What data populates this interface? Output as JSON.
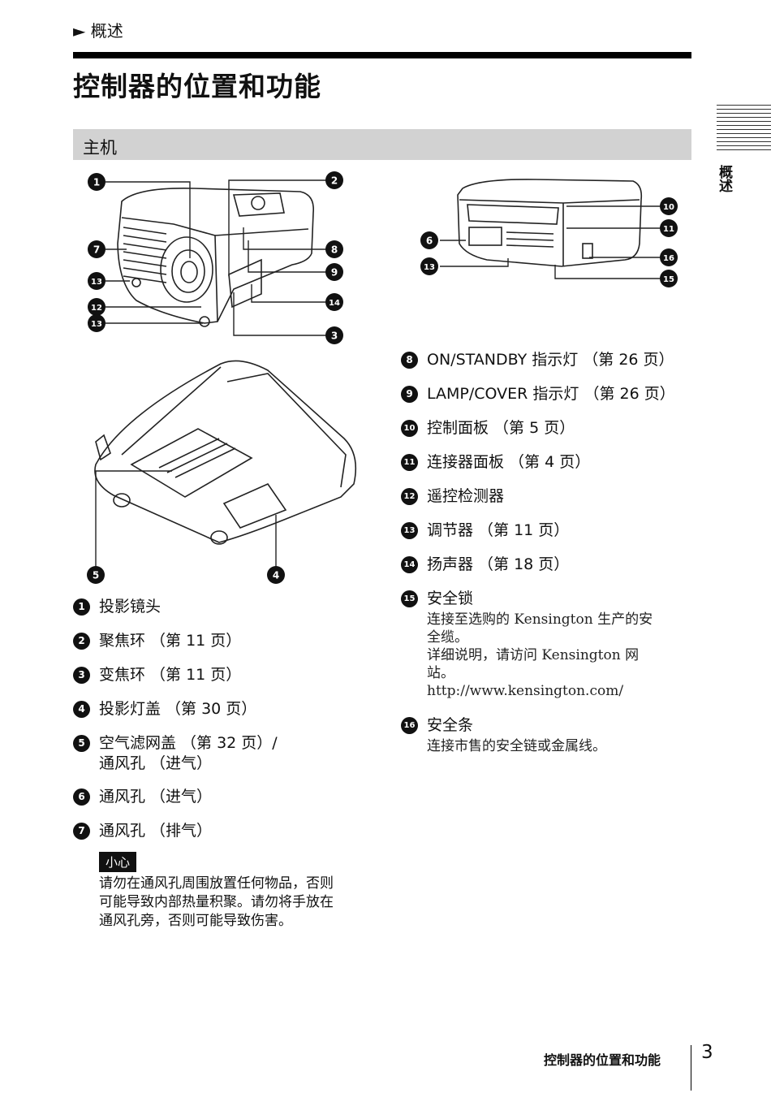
{
  "header": {
    "breadcrumb": "► 概述",
    "title": "控制器的位置和功能"
  },
  "section": {
    "title": "主机"
  },
  "side_tab": {
    "label": "概述"
  },
  "callouts": [
    "1",
    "2",
    "3",
    "4",
    "5",
    "6",
    "7",
    "8",
    "9",
    "10",
    "11",
    "12",
    "13",
    "14",
    "15",
    "16"
  ],
  "left_items": [
    {
      "num": "1",
      "text": "投影镜头"
    },
    {
      "num": "2",
      "text": "聚焦环 （第 11 页）"
    },
    {
      "num": "3",
      "text": "变焦环 （第 11 页）"
    },
    {
      "num": "4",
      "text": "投影灯盖 （第 30 页）"
    },
    {
      "num": "5",
      "text": "空气滤网盖 （第 32 页）/",
      "text2": "通风孔 （进气）"
    },
    {
      "num": "6",
      "text": "通风孔 （进气）"
    },
    {
      "num": "7",
      "text": "通风孔 （排气）"
    }
  ],
  "caution": {
    "label": "小心",
    "lines": [
      "请勿在通风孔周围放置任何物品，否则",
      "可能导致内部热量积聚。请勿将手放在",
      "通风孔旁，否则可能导致伤害。"
    ]
  },
  "right_items": [
    {
      "num": "8",
      "text": "ON/STANDBY 指示灯 （第 26 页）"
    },
    {
      "num": "9",
      "text": "LAMP/COVER 指示灯 （第 26 页）"
    },
    {
      "num": "10",
      "text": "控制面板 （第 5 页）"
    },
    {
      "num": "11",
      "text": "连接器面板 （第 4 页）"
    },
    {
      "num": "12",
      "text": "遥控检测器"
    },
    {
      "num": "13",
      "text": "调节器 （第 11 页）"
    },
    {
      "num": "14",
      "text": "扬声器 （第 18 页）"
    },
    {
      "num": "15",
      "text": "安全锁",
      "desc": [
        "连接至选购的 Kensington 生产的安",
        "全缆。",
        "详细说明，请访问 Kensington 网",
        "站。",
        "http://www.kensington.com/"
      ]
    },
    {
      "num": "16",
      "text": "安全条",
      "desc": [
        "连接市售的安全链或金属线。"
      ]
    }
  ],
  "footer": {
    "title": "控制器的位置和功能",
    "page": "3"
  }
}
